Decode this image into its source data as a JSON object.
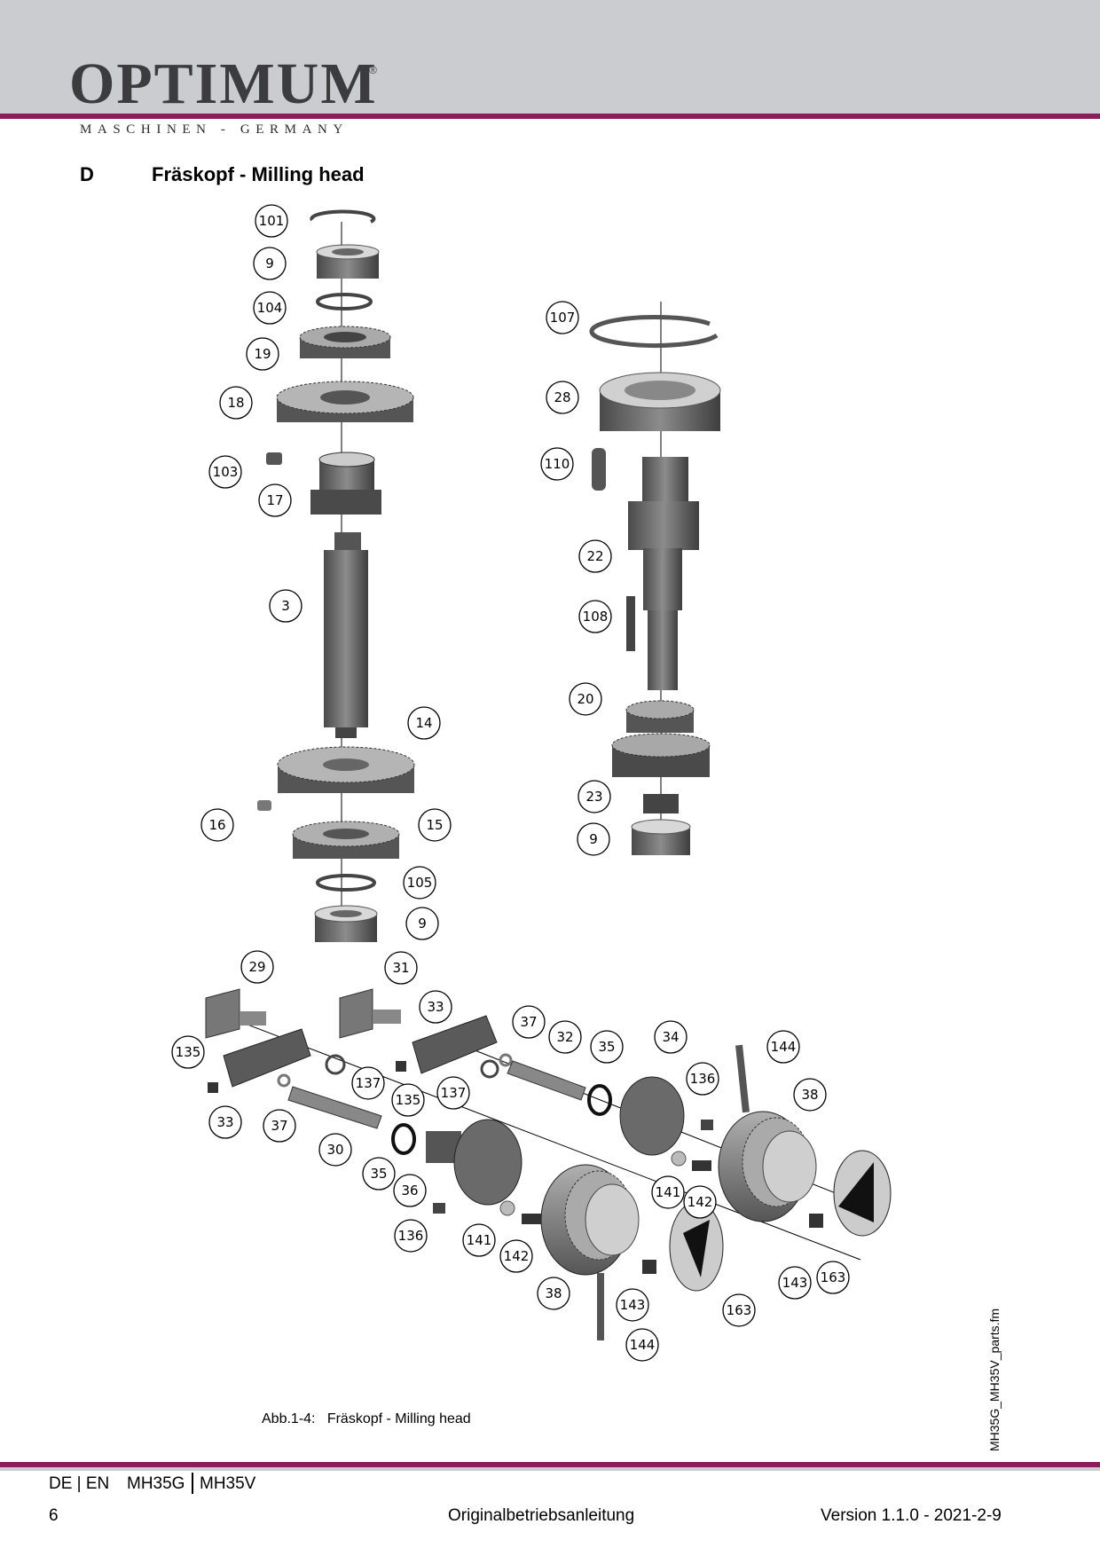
{
  "header": {
    "brand": "OPTIMUM",
    "registered_mark": "®",
    "tagline": "MASCHINEN - GERMANY"
  },
  "section": {
    "letter": "D",
    "title": "Fräskopf - Milling head"
  },
  "figure": {
    "caption_label": "Abb.1-4:",
    "caption_text": "Fräskopf - Milling head",
    "side_filename": "MH35G_MH35V_parts.fm",
    "callouts": [
      "101",
      "9",
      "104",
      "19",
      "18",
      "103",
      "17",
      "3",
      "14",
      "16",
      "15",
      "105",
      "9",
      "107",
      "28",
      "110",
      "22",
      "108",
      "20",
      "23",
      "9",
      "29",
      "31",
      "33",
      "37",
      "32",
      "35",
      "34",
      "144",
      "38",
      "135",
      "137",
      "135",
      "137",
      "136",
      "33",
      "37",
      "30",
      "35",
      "36",
      "141",
      "142",
      "136",
      "141",
      "142",
      "38",
      "143",
      "163",
      "143",
      "163",
      "144"
    ]
  },
  "footer": {
    "languages": "DE | EN",
    "model_1": "MH35G",
    "model_2": "MH35V",
    "page_number": "6",
    "document_type": "Originalbetriebsanleitung",
    "version": "Version 1.1.0 - 2021-2-9"
  },
  "colors": {
    "accent": "#8a1d5a",
    "header_gray": "#cbcccf",
    "logo_gray": "#3c3c3e"
  }
}
